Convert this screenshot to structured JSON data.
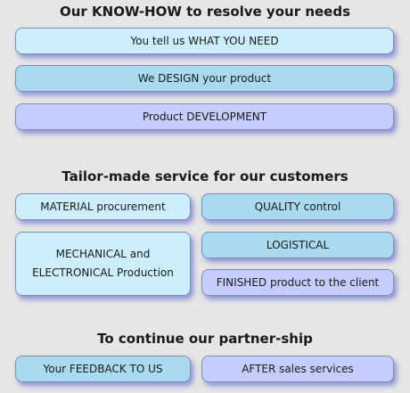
{
  "section1": {
    "title": "Our KNOW-HOW to resolve your needs",
    "items": [
      "You tell us WHAT YOU NEED",
      "We DESIGN your product",
      "Product DEVELOPMENT"
    ]
  },
  "section2": {
    "title": "Tailor-made service for our customers",
    "material": "MATERIAL procurement",
    "quality": "QUALITY control",
    "mechanical_line1": "MECHANICAL and",
    "mechanical_line2": "ELECTRONICAL Production",
    "logistical": "LOGISTICAL",
    "finished": "FINISHED product to the client"
  },
  "section3": {
    "title": "To continue our partner-ship",
    "feedback": "Your FEEDBACK TO US",
    "after_sales": "AFTER sales services"
  },
  "colors": {
    "light_cyan": "#cdeffd",
    "sky_blue": "#a9daf0",
    "lavender": "#c4cdfc",
    "shadow": "#4650c8"
  }
}
